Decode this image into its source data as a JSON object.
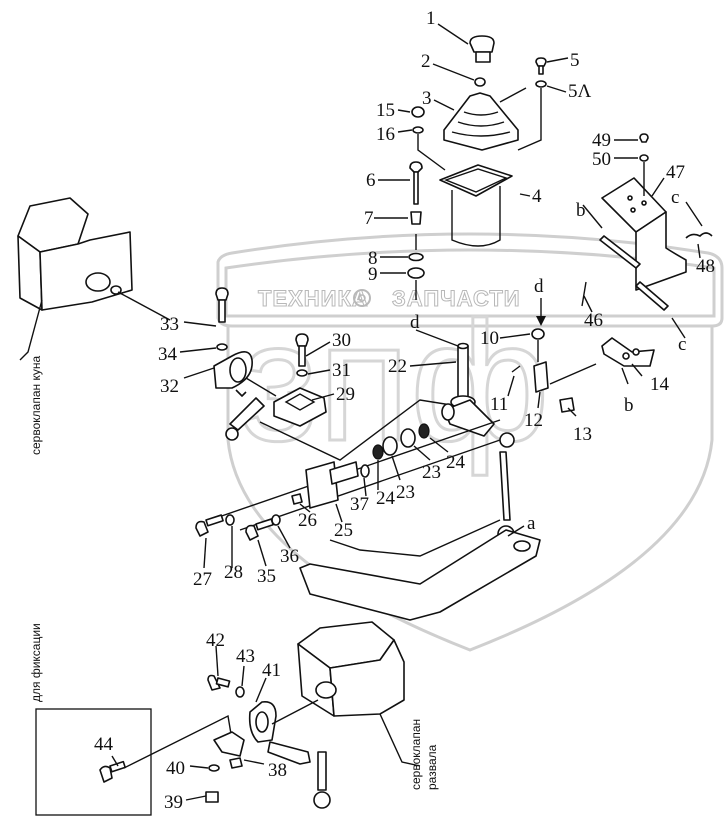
{
  "watermark": {
    "left_word": "ТЕХНИКА",
    "right_word": "ЗАПЧАСТИ",
    "logo_letters": "зпф"
  },
  "annotations": {
    "servo_left": "сервоклапан куна",
    "servo_bottom_line1": "сервоклапан",
    "servo_bottom_line2": "развала",
    "fixation": "для фиксации"
  },
  "callouts": [
    {
      "id": "c1",
      "text": "1"
    },
    {
      "id": "c2",
      "text": "2"
    },
    {
      "id": "c3",
      "text": "3"
    },
    {
      "id": "c4",
      "text": "4"
    },
    {
      "id": "c5",
      "text": "5"
    },
    {
      "id": "c5a",
      "text": "5Λ"
    },
    {
      "id": "c6",
      "text": "6"
    },
    {
      "id": "c7",
      "text": "7"
    },
    {
      "id": "c8",
      "text": "8"
    },
    {
      "id": "c9",
      "text": "9"
    },
    {
      "id": "c10",
      "text": "10"
    },
    {
      "id": "c11",
      "text": "11"
    },
    {
      "id": "c12",
      "text": "12"
    },
    {
      "id": "c13",
      "text": "13"
    },
    {
      "id": "c14",
      "text": "14"
    },
    {
      "id": "c15",
      "text": "15"
    },
    {
      "id": "c16",
      "text": "16"
    },
    {
      "id": "c22",
      "text": "22"
    },
    {
      "id": "c23a",
      "text": "23"
    },
    {
      "id": "c23b",
      "text": "23"
    },
    {
      "id": "c24a",
      "text": "24"
    },
    {
      "id": "c24b",
      "text": "24"
    },
    {
      "id": "c25",
      "text": "25"
    },
    {
      "id": "c26",
      "text": "26"
    },
    {
      "id": "c27",
      "text": "27"
    },
    {
      "id": "c28",
      "text": "28"
    },
    {
      "id": "c29",
      "text": "29"
    },
    {
      "id": "c30",
      "text": "30"
    },
    {
      "id": "c31",
      "text": "31"
    },
    {
      "id": "c32",
      "text": "32"
    },
    {
      "id": "c33",
      "text": "33"
    },
    {
      "id": "c34",
      "text": "34"
    },
    {
      "id": "c35",
      "text": "35"
    },
    {
      "id": "c36",
      "text": "36"
    },
    {
      "id": "c37",
      "text": "37"
    },
    {
      "id": "c38",
      "text": "38"
    },
    {
      "id": "c39",
      "text": "39"
    },
    {
      "id": "c40",
      "text": "40"
    },
    {
      "id": "c41",
      "text": "41"
    },
    {
      "id": "c42",
      "text": "42"
    },
    {
      "id": "c43",
      "text": "43"
    },
    {
      "id": "c44",
      "text": "44"
    },
    {
      "id": "c46",
      "text": "46"
    },
    {
      "id": "c47",
      "text": "47"
    },
    {
      "id": "c48",
      "text": "48"
    },
    {
      "id": "c49",
      "text": "49"
    },
    {
      "id": "c50",
      "text": "50"
    }
  ],
  "connection_marks": {
    "a": "a",
    "b": "b",
    "c": "c",
    "d": "d"
  }
}
